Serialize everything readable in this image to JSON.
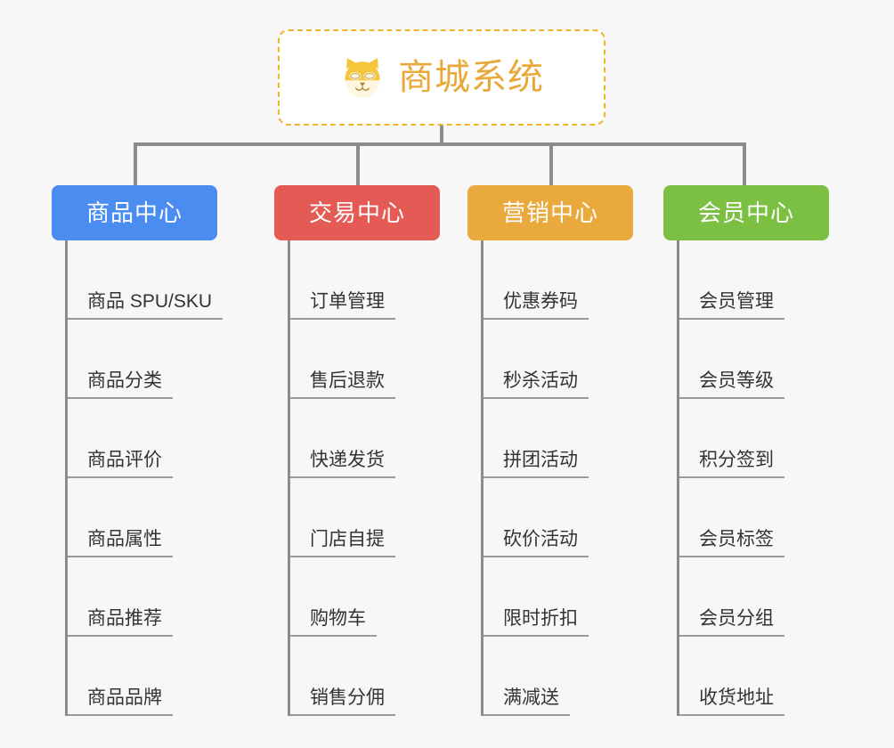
{
  "root": {
    "title": "商城系统",
    "icon": "shiba-dog-face-icon",
    "border_color": "#f0b429",
    "text_color": "#e8a93a",
    "background": "#ffffff"
  },
  "canvas": {
    "background": "#f7f7f7",
    "connector_color": "#8c8c8c",
    "leaf_line_color": "#9a9a9a",
    "leaf_text_color": "#333333"
  },
  "categories": [
    {
      "label": "商品中心",
      "color": "#4a8cf0",
      "items": [
        "商品 SPU/SKU",
        "商品分类",
        "商品评价",
        "商品属性",
        "商品推荐",
        "商品品牌"
      ]
    },
    {
      "label": "交易中心",
      "color": "#e45a54",
      "items": [
        "订单管理",
        "售后退款",
        "快递发货",
        "门店自提",
        "购物车",
        "销售分佣"
      ]
    },
    {
      "label": "营销中心",
      "color": "#eaa93c",
      "items": [
        "优惠券码",
        "秒杀活动",
        "拼团活动",
        "砍价活动",
        "限时折扣",
        "满减送"
      ]
    },
    {
      "label": "会员中心",
      "color": "#7bc043",
      "items": [
        "会员管理",
        "会员等级",
        "积分签到",
        "会员标签",
        "会员分组",
        "收货地址"
      ]
    }
  ]
}
